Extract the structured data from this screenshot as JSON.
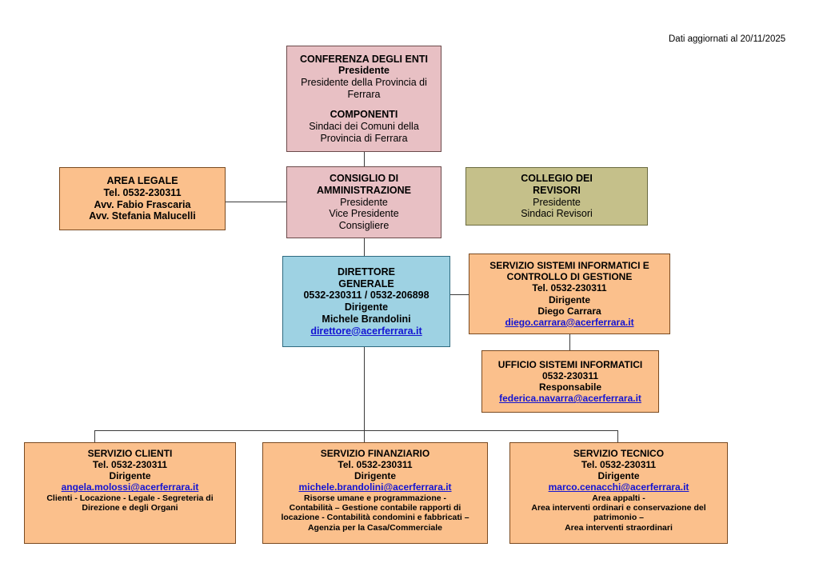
{
  "document": {
    "title": "Organigramma ACER Ferrara",
    "date_note": "Dati aggiornati al 20/11/2025"
  },
  "colors": {
    "pink": "#e8c0c4",
    "orange": "#fbc08c",
    "olive": "#c5c08a",
    "blue": "#9ed2e3",
    "link": "#1414d2",
    "line": "#3a3a3a"
  },
  "nodes": {
    "conferenza": {
      "name": "CONFERENZA DEGLI ENTI",
      "lines": [
        "CONFERENZA DEGLI ENTI",
        "Presidente",
        "Presidente della Provincia di",
        "Ferrara",
        "",
        "COMPONENTI",
        "Sindaci dei Comuni della",
        "Provincia di Ferrara"
      ]
    },
    "area_legale": {
      "name": "AREA LEGALE",
      "lines": [
        "AREA LEGALE",
        "Tel. 0532-230311",
        "Avv. Fabio Frascaria",
        "Avv. Stefania Malucelli"
      ]
    },
    "consiglio": {
      "name": "CONSIGLIO DI AMMINISTRAZIONE",
      "lines": [
        "CONSIGLIO DI",
        "AMMINISTRAZIONE",
        "Presidente",
        "Vice Presidente",
        "Consigliere"
      ]
    },
    "collegio": {
      "name": "COLLEGIO DEI REVISORI",
      "lines": [
        "COLLEGIO DEI",
        "REVISORI",
        "Presidente",
        "Sindaci Revisori"
      ]
    },
    "direttore": {
      "name": "DIRETTORE GENERALE",
      "lines": [
        "DIRETTORE",
        "GENERALE",
        "0532-230311 / 0532-206898",
        "Dirigente",
        "Michele Brandolini"
      ],
      "email": "direttore@acerferrara.it"
    },
    "servizio_sistemi": {
      "name": "SERVIZIO SISTEMI INFORMATICI E CONTROLLO DI GESTIONE",
      "lines": [
        "SERVIZIO SISTEMI INFORMATICI E",
        "CONTROLLO DI GESTIONE",
        "Tel. 0532-230311",
        "Dirigente",
        "Diego Carrara"
      ],
      "email": "diego.carrara@acerferrara.it"
    },
    "ufficio_sistemi": {
      "name": "UFFICIO SISTEMI INFORMATICI",
      "lines": [
        "UFFICIO SISTEMI INFORMATICI",
        "0532-230311",
        "Responsabile"
      ],
      "email": "federica.navarra@acerferrara.it"
    },
    "servizio_clienti": {
      "name": "SERVIZIO CLIENTI",
      "lines": [
        "SERVIZIO CLIENTI",
        "Tel. 0532-230311",
        "Dirigente"
      ],
      "email": "angela.molossi@acerferrara.it",
      "detail": [
        "Clienti  -  Locazione  -  Legale  - Segreteria di",
        "Direzione e degli Organi"
      ]
    },
    "servizio_finanziario": {
      "name": "SERVIZIO FINANZIARIO",
      "lines": [
        "SERVIZIO FINANZIARIO",
        "Tel. 0532-230311",
        "Dirigente"
      ],
      "email": "michele.brandolini@acerferrara.it",
      "detail": [
        "Risorse umane e programmazione  -",
        "Contabilità – Gestione contabile rapporti di",
        "locazione -  Contabilità condomini e fabbricati –",
        "Agenzia per la Casa/Commerciale"
      ]
    },
    "servizio_tecnico": {
      "name": "SERVIZIO TECNICO",
      "lines": [
        "SERVIZIO TECNICO",
        "Tel. 0532-230311",
        "Dirigente"
      ],
      "email": "marco.cenacchi@acerferrara.it",
      "detail": [
        "Area appalti -",
        "Area interventi ordinari e conservazione del",
        "patrimonio –",
        "Area interventi straordinari"
      ]
    }
  }
}
